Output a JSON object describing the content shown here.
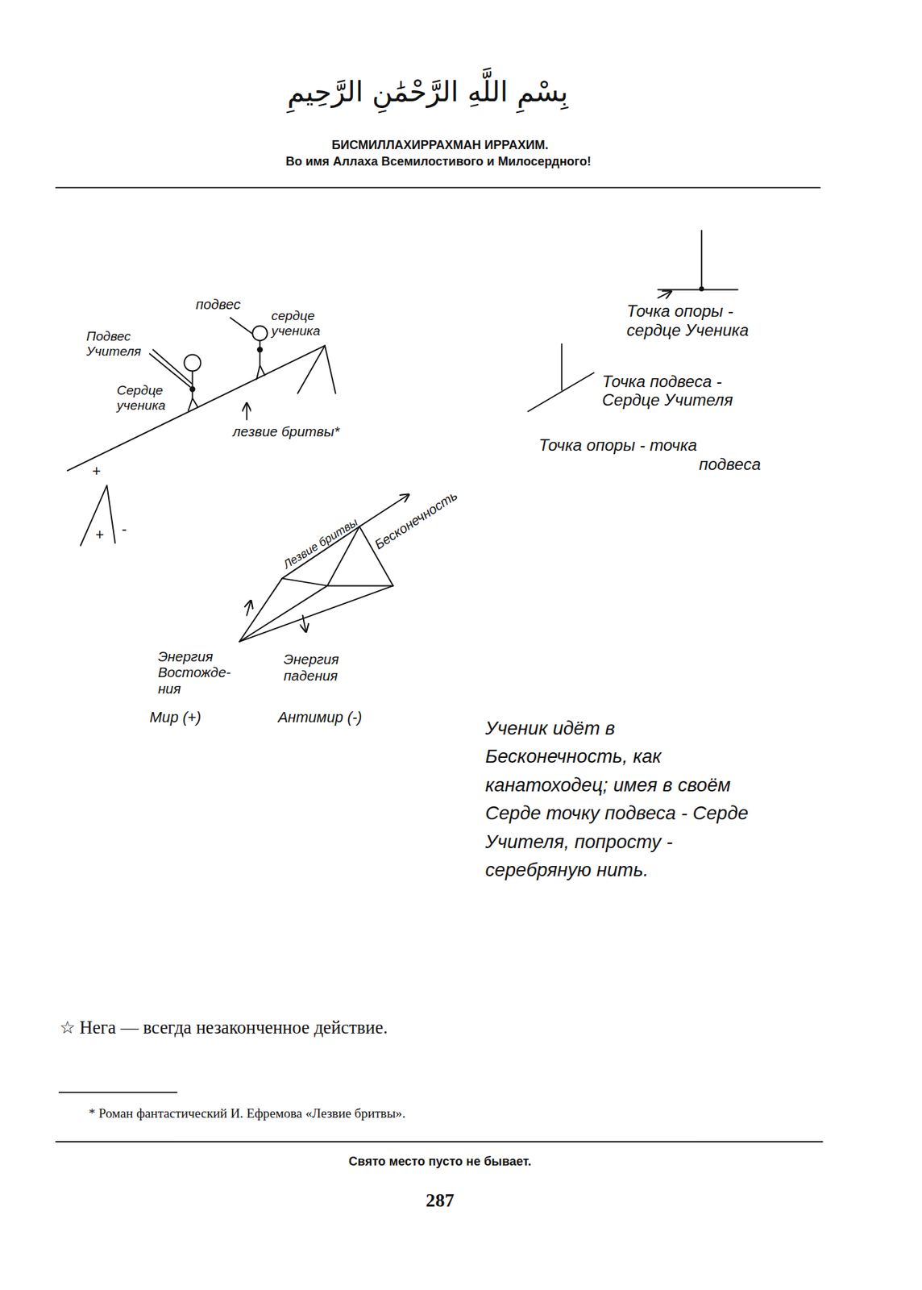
{
  "diagram": {
    "title": "БИСМИЛЛАХИРРАХМАН ИРРАХИМ.",
    "labels": [
      "بِسْمِ اللَّهِ الرَّحْمَٰنِ الرَّحِيمِ",
      "Во имя Аллаха Всемилостивого и Милосердного!",
      "подвес",
      "Подвес Учителя",
      "сердце ученика",
      "Сердце ученика",
      "лезвие бритвы*",
      "+",
      "+",
      "-",
      "Точка опоры - сердце Ученика",
      "Точка подвеса - Сердце Учителя",
      "Точка опоры - точка подвеса",
      "Лезвие бритвы",
      "Бесконечность",
      "Энергия Востожде- ния",
      "Мир (+)",
      "Энергия падения",
      "Антимир (-)",
      "Ученик идёт в Бесконечность, как канатоходец; имея в своём Серде точку подвеса - Серде Учителя, попросту - серебряную нить.",
      "☆ Нега — всегда незаконченное действие.",
      "* Роман фантастический И. Ефремова «Лезвие бритвы».",
      "Свято место пусто не бывает.",
      "287"
    ]
  }
}
